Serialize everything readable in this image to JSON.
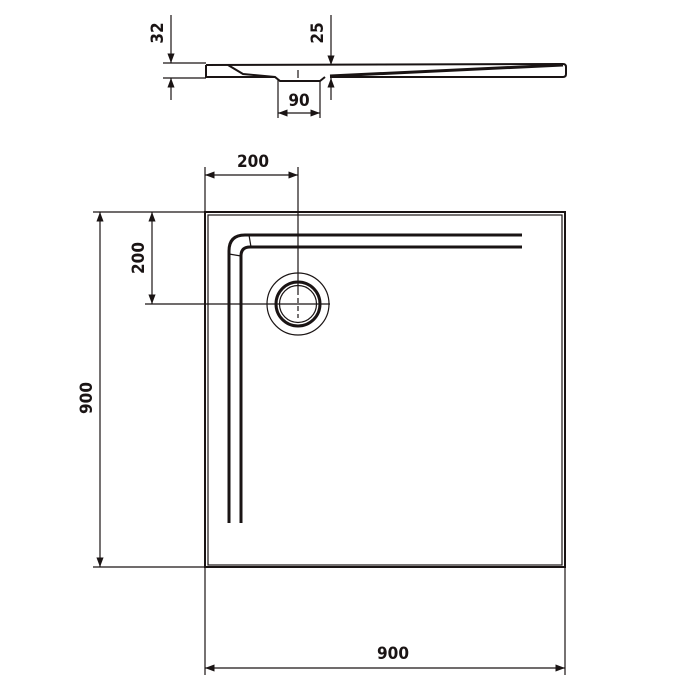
{
  "side_view": {
    "dims": {
      "height_total": "32",
      "drain_height": "25",
      "drain_width": "90"
    }
  },
  "top_view": {
    "dims": {
      "drain_offset_x": "200",
      "drain_offset_y": "200",
      "height": "900",
      "width": "900"
    }
  },
  "colors": {
    "line": "#1a1414",
    "background": "#ffffff"
  }
}
